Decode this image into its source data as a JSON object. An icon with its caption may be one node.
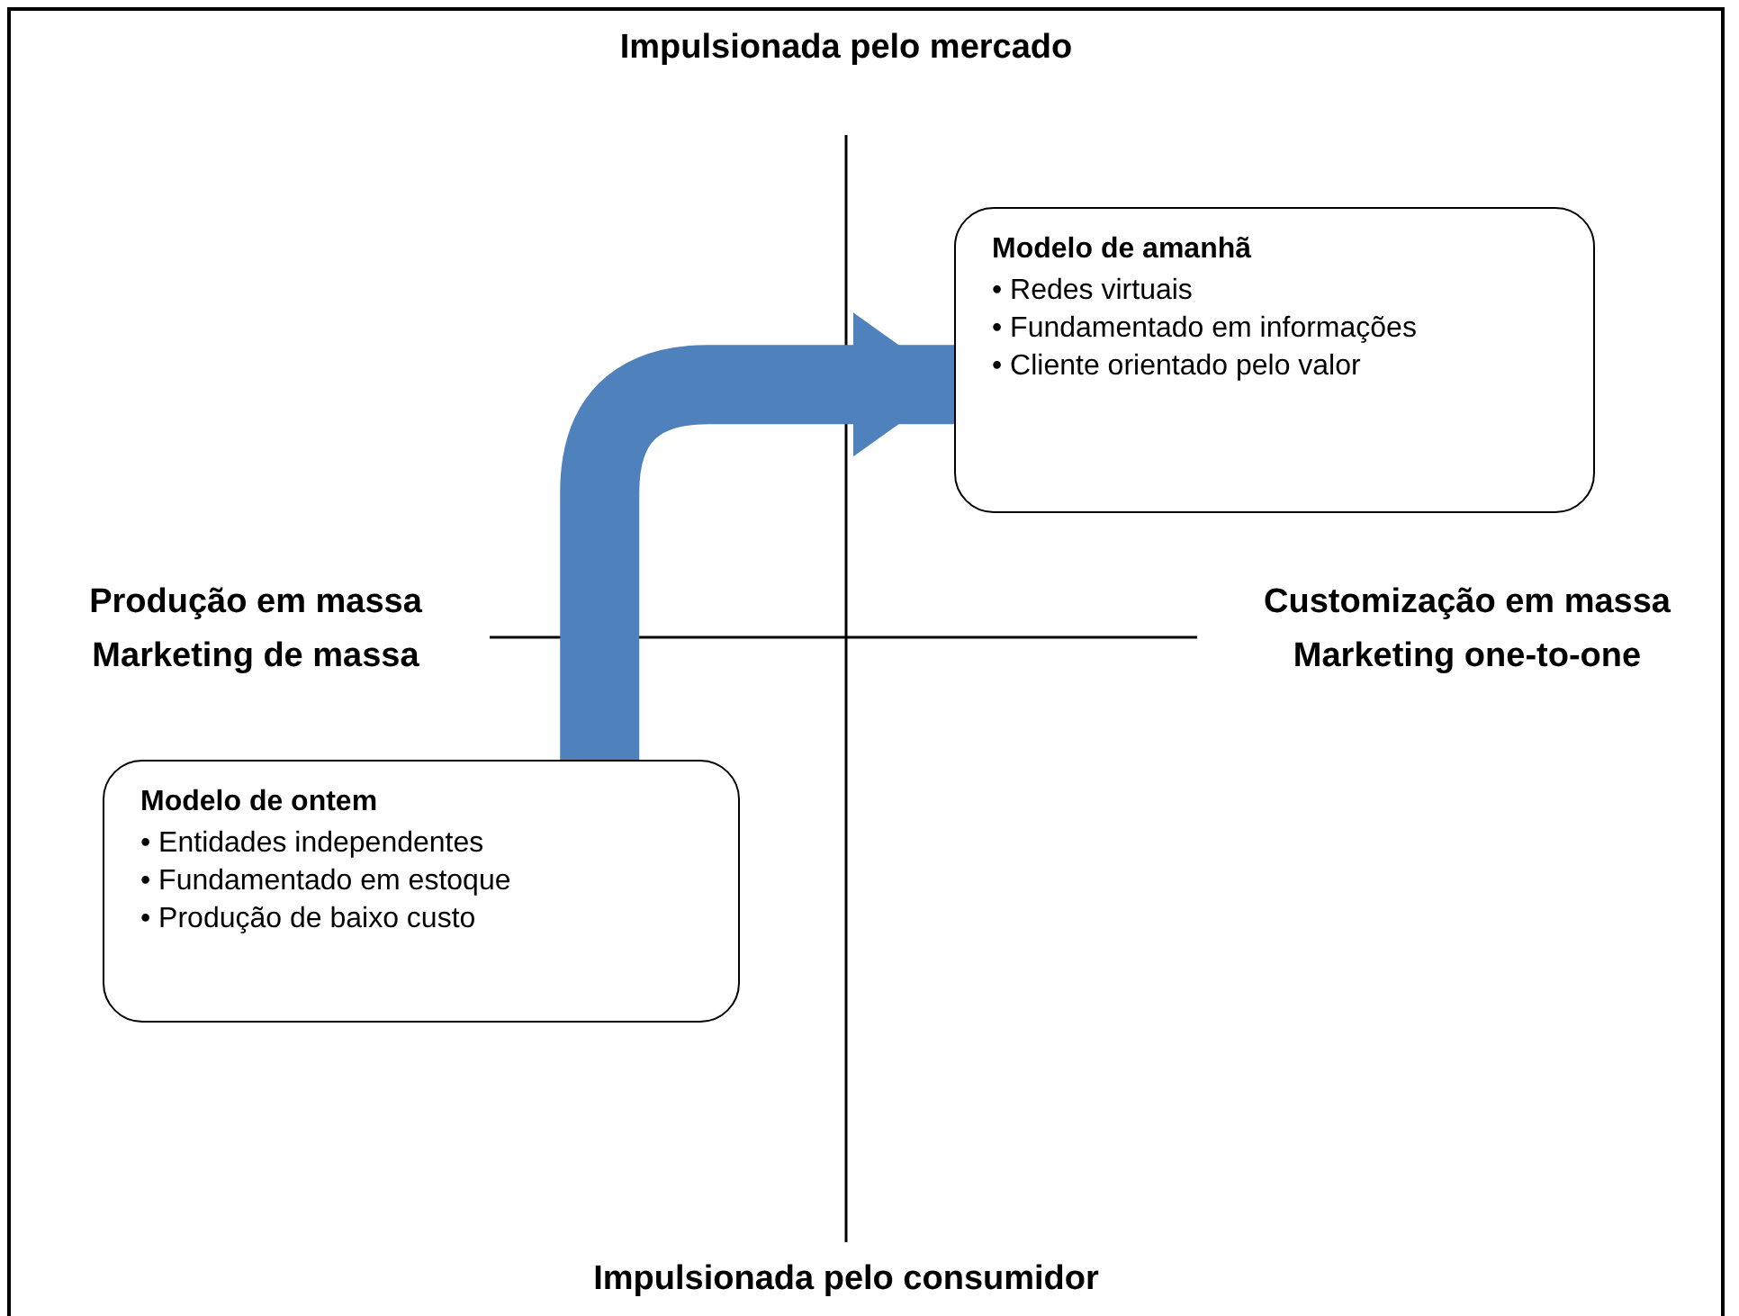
{
  "diagram": {
    "nodes": [
      {
        "text": [
          "Modelo de amanhã",
          "• Redes virtuais",
          "• Fundamentado em informações",
          "• Cliente orientado pelo valor"
        ]
      },
      {
        "text": [
          "Modelo de ontem",
          "• Entidades independentes",
          "• Fundamentado em estoque",
          "• Produção de baixo custo"
        ]
      }
    ],
    "edges": [
      {
        "from": 1,
        "to": 0,
        "arrow": "to",
        "color": "#4f81bd"
      }
    ],
    "labels": [
      "Impulsionada pelo mercado",
      "Produção em massa",
      "Marketing de massa",
      "Customização em massa",
      "Marketing one-to-one",
      "Impulsionada pelo consumidor"
    ]
  }
}
